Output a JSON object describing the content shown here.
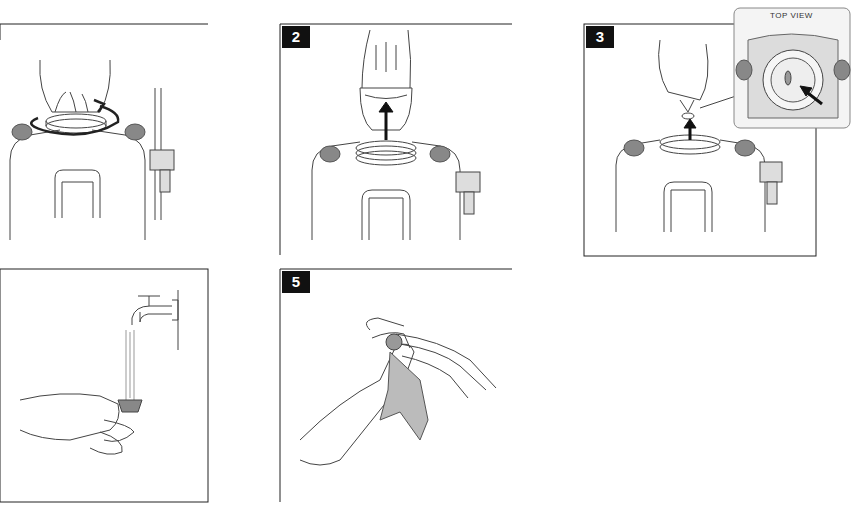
{
  "diagram": {
    "labels": [
      "2",
      "3",
      "TOP VIEW",
      "5"
    ]
  }
}
